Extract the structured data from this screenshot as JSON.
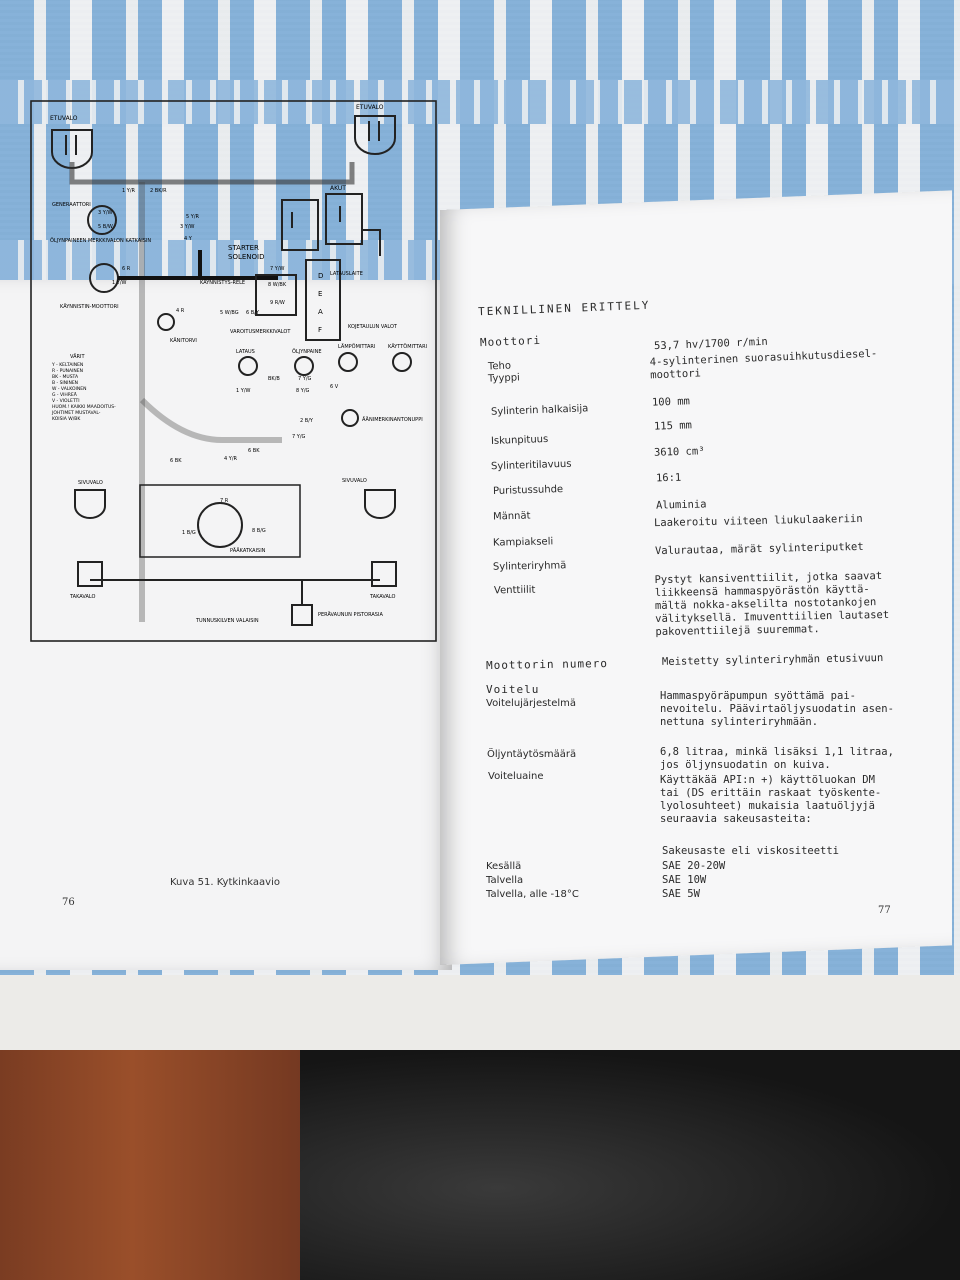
{
  "left_page": {
    "caption": "Kuva 51. Kytkinkaavio",
    "page_number": "76",
    "diagram": {
      "labels": {
        "etuvalo_left": "ETUVALO",
        "etuvalo_right": "ETUVALO",
        "akut": "AKUT",
        "generaattori": "GENERAATTORI",
        "oljynpaine": "ÖLJYNPAINEEN MERKKIVALON KATKAISIN",
        "starter": "STARTER",
        "solenoid": "SOLENOID",
        "kaynnistysrele": "KÄYNNISTYS-RELE",
        "kaynnistinmoottori": "KÄYNNISTIN-MOOTTORI",
        "latauslaite": "LATAUSLAITE",
        "kaanitorvi": "KÄNITORVI",
        "varoitusmerkkivalot": "VAROITUSMERKKIVALOT",
        "kojetaulun_valot": "KOJETAULUN VALOT",
        "lataus": "LATAUS",
        "oljynpaine_mittari": "ÖLJYNPAINE",
        "lampomittari": "LÄMPÖMITTARI",
        "kayttomittari": "KÄYTTÖMITTARI",
        "aanimerkinantonuppi": "ÄÄNIMERKINANTONUPPI",
        "sivuvalo_left": "SIVUVALO",
        "sivuvalo_right": "SIVUVALO",
        "paakatkaisin": "PÄÄKATKAISIN",
        "takavalo_left": "TAKAVALO",
        "takavalo_right": "TAKAVALO",
        "tunnuskilven_valaisin": "TUNNUSKILVEN VALAISIN",
        "pistorasia": "PERÄVAUNUN PISTORASIA",
        "varit_title": "VÄRIT",
        "varit_lines": "Y - KELTAINEN\nR - PUNAINEN\nBK - MUSTA\nB - SININEN\nW - VALKOINEN\nG - VIHREÄ\nV - VIOLETTI\nHUOM.! KAIKKI MAADOITUS-\nJOHTIMET MUSTAVAL-\nKOISIA W/BK",
        "wire_codes": [
          "1 Y/R",
          "2 BK/R",
          "3 Y/W",
          "3 Y/W",
          "5 B/W",
          "5 Y/R",
          "4 Y",
          "6 R",
          "7 Y/W",
          "8 W/BK",
          "9 R/W",
          "1 Y/W",
          "4 R",
          "5 W/BG",
          "6 B/Y",
          "BK/B",
          "7 Y/G",
          "8 Y/G",
          "6 V",
          "1 Y/W",
          "2 B/Y",
          "7 Y/G",
          "6 BK",
          "4 Y/R",
          "6 BK",
          "7 R",
          "1 B/G",
          "8 B/G"
        ],
        "latauslaite_letters": [
          "D",
          "E",
          "A",
          "F"
        ]
      }
    }
  },
  "right_page": {
    "heading": "TEKNILLINEN ERITTELY",
    "section_moottori": "Moottori",
    "rows": [
      {
        "label": "Teho",
        "value": "53,7 hv/1700 r/min"
      },
      {
        "label": "Tyyppi",
        "value": "4-sylinterinen suorasuihkutusdiesel-\nmoottori"
      },
      {
        "label": "Sylinterin halkaisija",
        "value": "100 mm"
      },
      {
        "label": "Iskunpituus",
        "value": "115 mm"
      },
      {
        "label": "Sylinteritilavuus",
        "value": "3610 cm³"
      },
      {
        "label": "Puristussuhde",
        "value": "16:1"
      },
      {
        "label": "Männät",
        "value": "Aluminia"
      },
      {
        "label": "Kampiakseli",
        "value": "Laakeroitu viiteen liukulaakeriin"
      },
      {
        "label": "Sylinteriryhmä",
        "value": "Valurautaa, märät sylinteriputket"
      },
      {
        "label": "Venttiilit",
        "value": "Pystyt kansiventtiilit, jotka saavat\nliikkeensä hammaspyörästön käyttä-\nmältä nokka-akselilta nostotankojen\nvälityksellä. Imuventtiilien lautaset\npakoventtiilejä suuremmat."
      }
    ],
    "section_numero": "Moottorin numero",
    "numero_value": "Meistetty sylinteriryhmän etusivuun",
    "section_voitelu": "Voitelu",
    "voitelu_rows": [
      {
        "label": "Voitelujärjestelmä",
        "value": "Hammaspyöräpumpun syöttämä pai-\nnevoitelu. Päävirtaöljysuodatin asen-\nnettuna sylinteriryhmään."
      },
      {
        "label": "Öljyntäytösmäärä",
        "value": "6,8 litraa, minkä lisäksi 1,1 litraa,\njos öljynsuodatin on kuiva."
      },
      {
        "label": "Voiteluaine",
        "value": "Käyttäkää API:n +) käyttöluokan DM\ntai (DS erittäin raskaat työskente-\nlyolosuhteet) mukaisia laatuöljyjä\nseuraavia sakeusasteita:"
      }
    ],
    "viscosity_header": "Sakeusaste eli viskositeetti",
    "viscosity_rows": [
      {
        "label": "Kesällä",
        "value": "SAE 20-20W"
      },
      {
        "label": "Talvella",
        "value": "SAE 10W"
      },
      {
        "label": "Talvella, alle -18°C",
        "value": "SAE 5W"
      }
    ],
    "page_number": "77"
  }
}
